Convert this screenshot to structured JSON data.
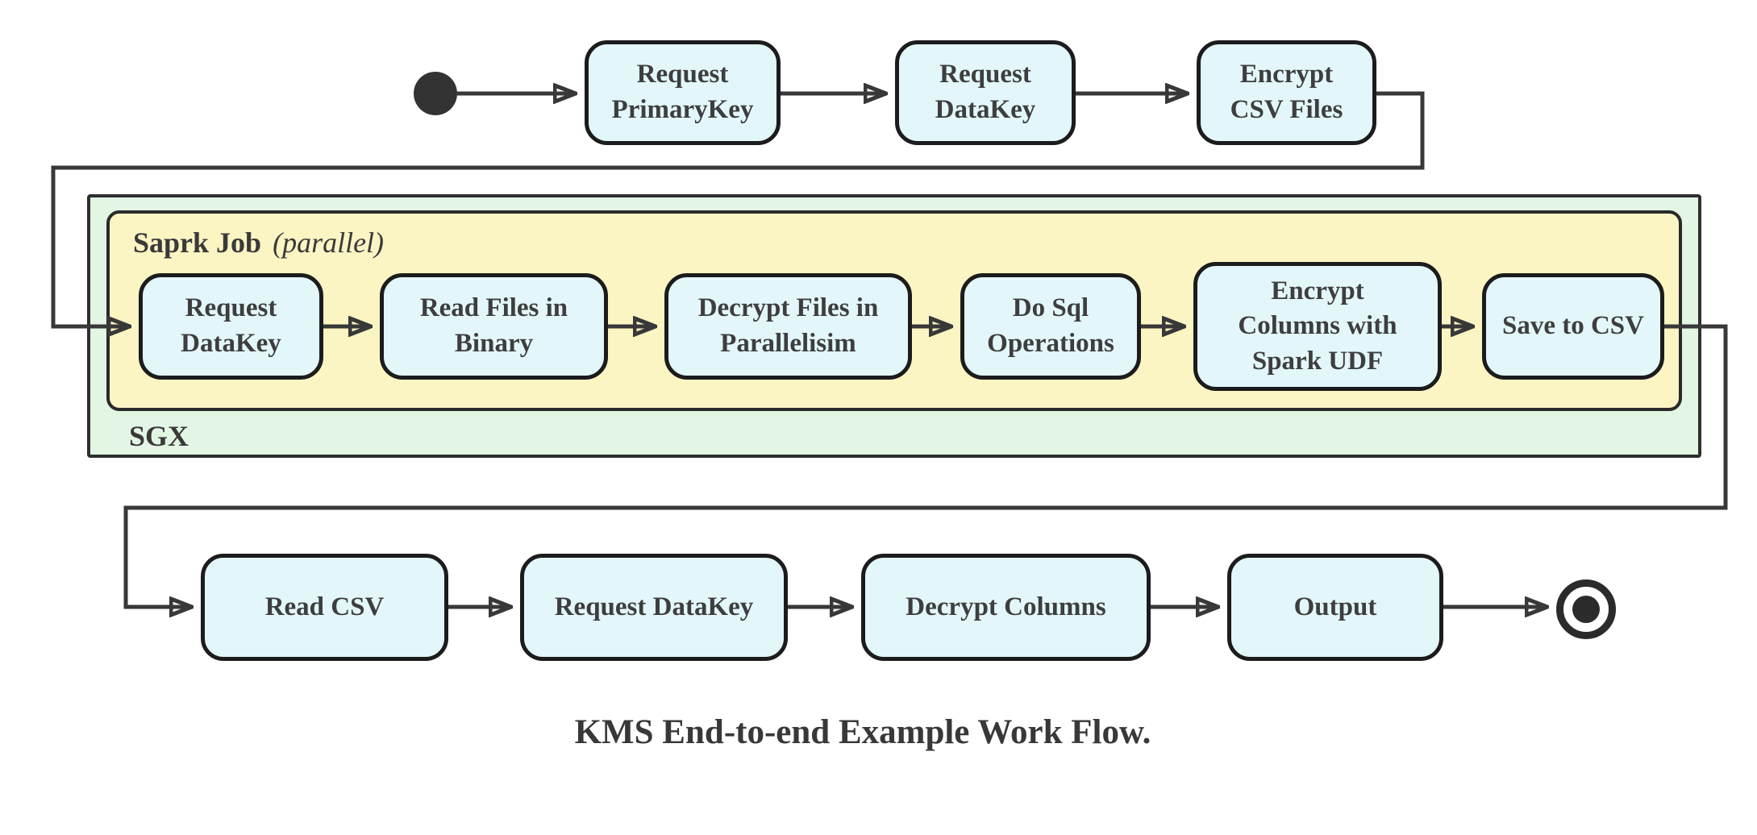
{
  "palette": {
    "node_fill": "#E3F7FB",
    "node_border": "#1C1C1C",
    "sgx_fill": "#E3F6E3",
    "spark_job_fill": "#FBF5C4",
    "container_border": "#2F2F2F",
    "connector": "#383838",
    "text": "#3E3E3E",
    "start_dot": "#333333",
    "end_ring": "#2B2B2B"
  },
  "containers": {
    "spark_job": {
      "title": "Saprk Job",
      "title_suffix": "(parallel)"
    },
    "sgx": {
      "title": "SGX"
    }
  },
  "stages": {
    "top": [
      {
        "label": "Request\nPrimaryKey"
      },
      {
        "label": "Request\nDataKey"
      },
      {
        "label": "Encrypt\nCSV Files"
      }
    ],
    "spark": [
      {
        "label": "Request\nDataKey"
      },
      {
        "label": "Read Files in\nBinary"
      },
      {
        "label": "Decrypt Files in\nParallelisim"
      },
      {
        "label": "Do Sql\nOperations"
      },
      {
        "label": "Encrypt\nColumns with\nSpark UDF"
      },
      {
        "label": "Save to CSV"
      }
    ],
    "bottom": [
      {
        "label": "Read CSV"
      },
      {
        "label": "Request DataKey"
      },
      {
        "label": "Decrypt Columns"
      },
      {
        "label": "Output"
      }
    ]
  },
  "caption": "KMS End-to-end Example Work Flow."
}
